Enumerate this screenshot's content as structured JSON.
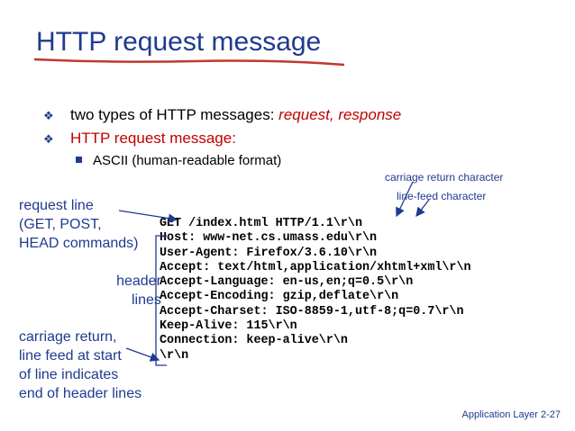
{
  "title": "HTTP request message",
  "bullets": [
    {
      "prefix": "two types of HTTP messages: ",
      "emphasis": "request, response"
    },
    {
      "text": "HTTP request message:"
    }
  ],
  "sub_bullet": "ASCII (human-readable format)",
  "annotations": {
    "carriage_return": "carriage return character",
    "line_feed": "line-feed character",
    "request_line": [
      "request line",
      "(GET, POST,",
      "HEAD commands)"
    ],
    "header_lines": [
      "header",
      "lines"
    ],
    "crlf_start": [
      "carriage return,",
      "line feed at start",
      "of line indicates",
      "end of header lines"
    ]
  },
  "request_lines": [
    "GET /index.html HTTP/1.1\\r\\n",
    "Host: www-net.cs.umass.edu\\r\\n",
    "User-Agent: Firefox/3.6.10\\r\\n",
    "Accept: text/html,application/xhtml+xml\\r\\n",
    "Accept-Language: en-us,en;q=0.5\\r\\n",
    "Accept-Encoding: gzip,deflate\\r\\n",
    "Accept-Charset: ISO-8859-1,utf-8;q=0.7\\r\\n",
    "Keep-Alive: 115\\r\\n",
    "Connection: keep-alive\\r\\n",
    "\\r\\n"
  ],
  "footer": "Application Layer 2-27",
  "colors": {
    "title": "#1f3a8f",
    "emphasis": "#c00000",
    "underline": "#c0392b"
  }
}
